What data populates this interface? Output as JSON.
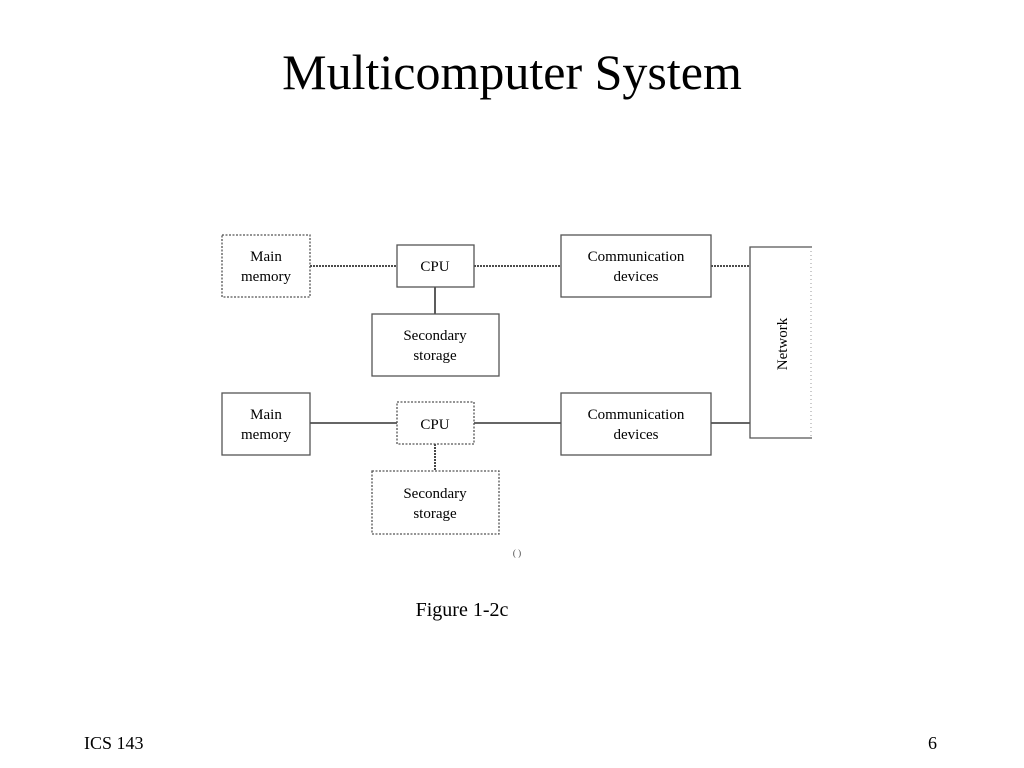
{
  "title": "Multicomputer System",
  "diagram": {
    "nodes": {
      "main_memory_1": [
        "Main",
        "memory"
      ],
      "cpu_1": [
        "CPU"
      ],
      "comm_devices_1": [
        "Communication",
        "devices"
      ],
      "secondary_storage_1": [
        "Secondary",
        "storage"
      ],
      "main_memory_2": [
        "Main",
        "memory"
      ],
      "cpu_2": [
        "CPU"
      ],
      "comm_devices_2": [
        "Communication",
        "devices"
      ],
      "secondary_storage_2": [
        "Secondary",
        "storage"
      ],
      "network": "Network"
    },
    "subcaption": "( )"
  },
  "caption": "Figure 1-2c",
  "footer": {
    "course": "ICS 143",
    "page_number": "6"
  }
}
